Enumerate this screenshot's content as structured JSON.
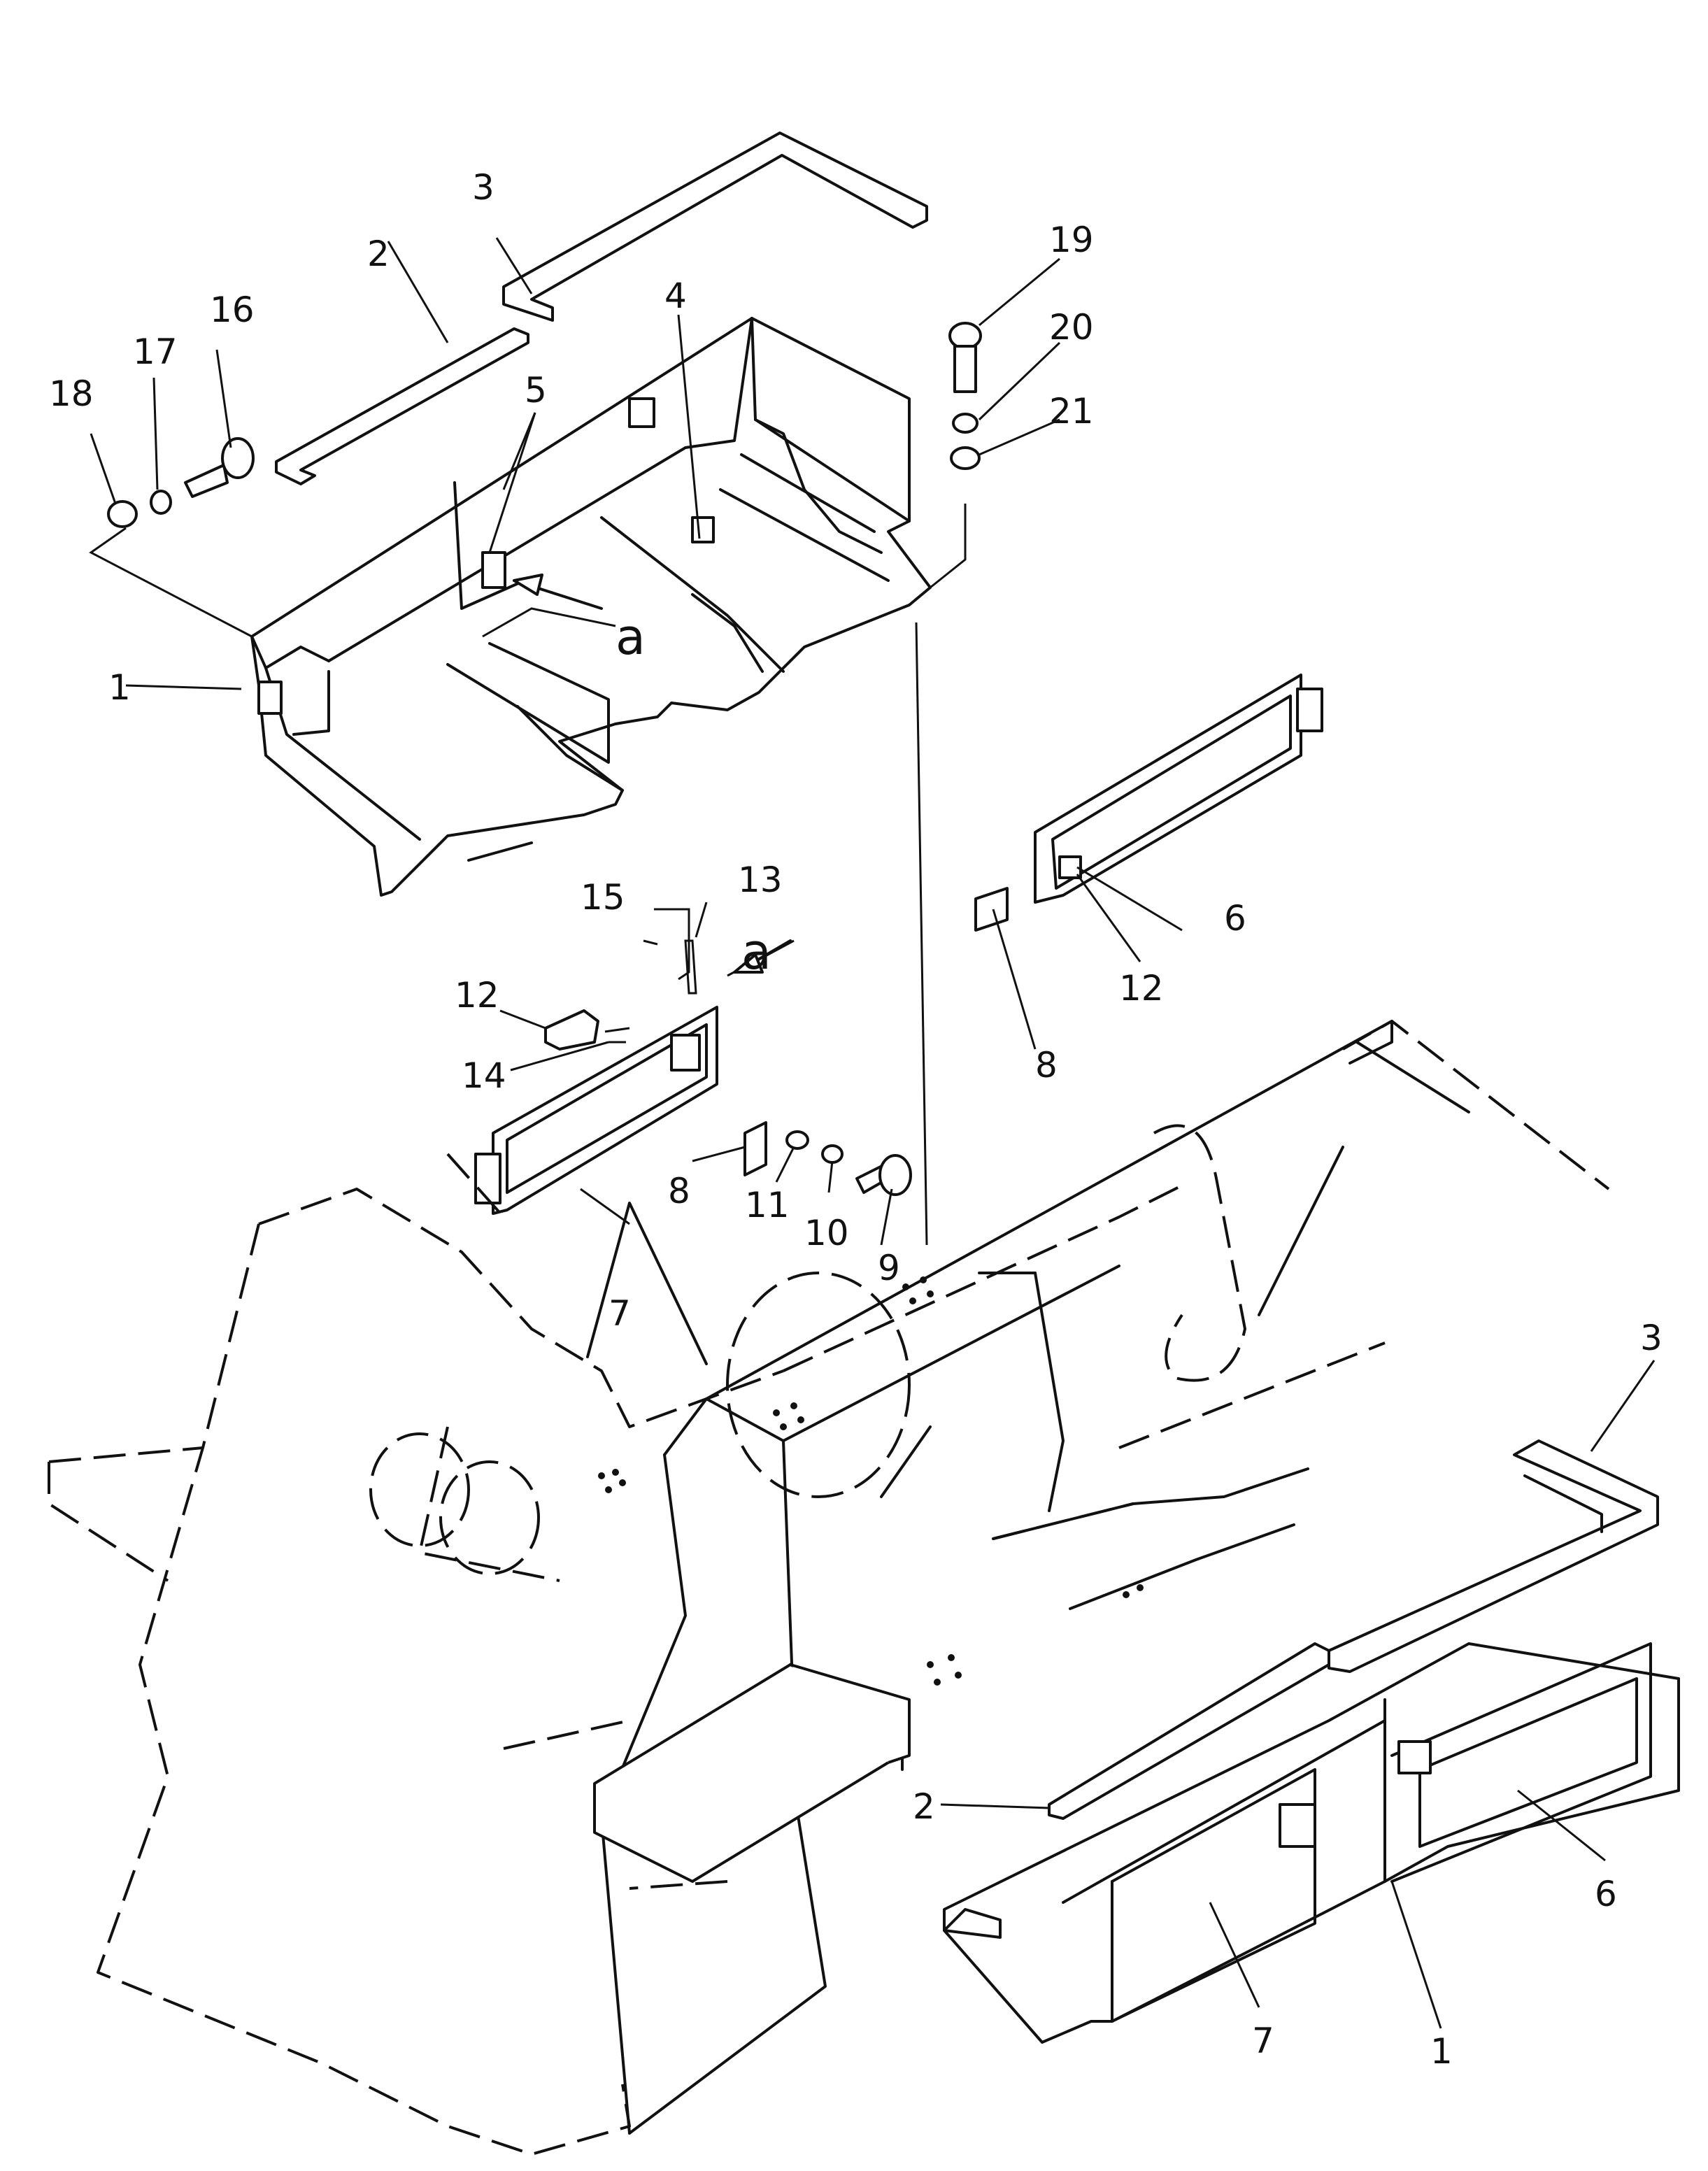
{
  "diagram": {
    "callouts": [
      {
        "id": "c1",
        "text": "1"
      },
      {
        "id": "c2",
        "text": "2"
      },
      {
        "id": "c3",
        "text": "3"
      },
      {
        "id": "c4",
        "text": "4"
      },
      {
        "id": "c5",
        "text": "5"
      },
      {
        "id": "c6",
        "text": "6"
      },
      {
        "id": "c7",
        "text": "7"
      },
      {
        "id": "c8",
        "text": "8"
      },
      {
        "id": "c9",
        "text": "9"
      },
      {
        "id": "c10",
        "text": "10"
      },
      {
        "id": "c11",
        "text": "11"
      },
      {
        "id": "c12",
        "text": "12"
      },
      {
        "id": "c13",
        "text": "13"
      },
      {
        "id": "c14",
        "text": "14"
      },
      {
        "id": "c15",
        "text": "15"
      },
      {
        "id": "c16",
        "text": "16"
      },
      {
        "id": "c17",
        "text": "17"
      },
      {
        "id": "c18",
        "text": "18"
      },
      {
        "id": "c19",
        "text": "19"
      },
      {
        "id": "c20",
        "text": "20"
      },
      {
        "id": "c21",
        "text": "21"
      },
      {
        "id": "c8b",
        "text": "8"
      },
      {
        "id": "c12b",
        "text": "12"
      },
      {
        "id": "c1b",
        "text": "1"
      },
      {
        "id": "c2b",
        "text": "2"
      },
      {
        "id": "c3b",
        "text": "3"
      },
      {
        "id": "c6b",
        "text": "6"
      },
      {
        "id": "c7b",
        "text": "7"
      }
    ],
    "view_marks": [
      {
        "id": "a1",
        "text": "a"
      },
      {
        "id": "a2",
        "text": "a"
      }
    ]
  }
}
